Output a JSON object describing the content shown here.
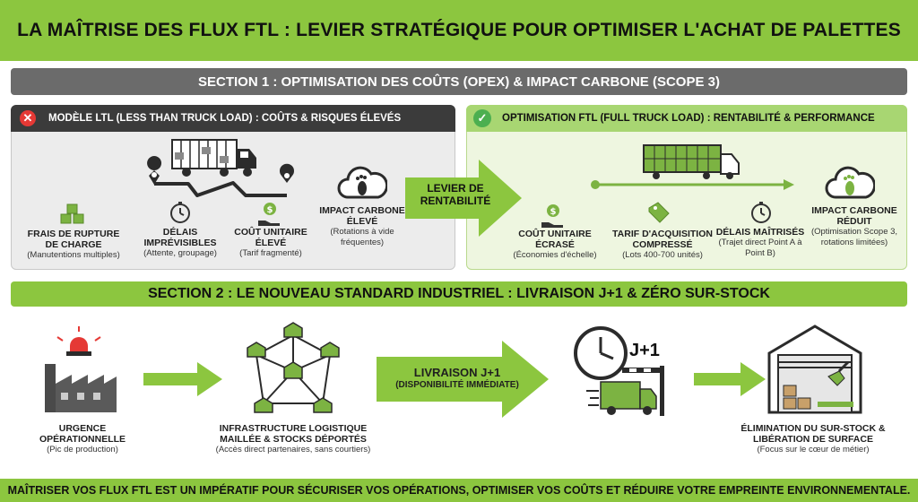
{
  "header": {
    "title": "LA MAÎTRISE DES FLUX FTL : LEVIER STRATÉGIQUE POUR OPTIMISER L'ACHAT DE PALETTES"
  },
  "section1": {
    "title": "SECTION 1 : OPTIMISATION DES COÛTS (OPEX) & IMPACT CARBONE (SCOPE 3)",
    "ltl": {
      "title": "MODÈLE LTL (LESS THAN TRUCK LOAD) : COÛTS & RISQUES ÉLEVÉS",
      "items": [
        {
          "title": "FRAIS DE RUPTURE DE CHARGE",
          "sub": "(Manutentions multiples)",
          "icon": "boxes-icon"
        },
        {
          "title": "DÉLAIS IMPRÉVISIBLES",
          "sub": "(Attente, groupage)",
          "icon": "stopwatch-icon"
        },
        {
          "title": "COÛT UNITAIRE ÉLEVÉ",
          "sub": "(Tarif fragmenté)",
          "icon": "dollar-hand-icon"
        },
        {
          "title": "IMPACT CARBONE ÉLEVÉ",
          "sub": "(Rotations à vide fréquentes)",
          "icon": "footprint-cloud-icon"
        }
      ]
    },
    "lever": "LEVIER DE RENTABILITÉ",
    "ftl": {
      "title": "OPTIMISATION FTL (FULL TRUCK LOAD) : RENTABILITÉ & PERFORMANCE",
      "items": [
        {
          "title": "COÛT UNITAIRE ÉCRASÉ",
          "sub": "(Économies d'échelle)",
          "icon": "dollar-hand-icon"
        },
        {
          "title": "TARIF D'ACQUISITION COMPRESSÉ",
          "sub": "(Lots 400-700 unités)",
          "icon": "price-tag-icon"
        },
        {
          "title": "DÉLAIS MAÎTRISÉS",
          "sub": "(Trajet direct Point A à Point B)",
          "icon": "stopwatch-icon"
        },
        {
          "title": "IMPACT CARBONE RÉDUIT",
          "sub": "(Optimisation Scope 3, rotations limitées)",
          "icon": "footprint-cloud-icon"
        }
      ]
    }
  },
  "section2": {
    "title": "SECTION 2 : LE NOUVEAU STANDARD INDUSTRIEL : LIVRAISON J+1 & ZÉRO SUR-STOCK",
    "steps": [
      {
        "title": "URGENCE OPÉRATIONNELLE",
        "sub": "(Pic de production)",
        "icon": "factory-alarm-icon"
      },
      {
        "title": "INFRASTRUCTURE LOGISTIQUE MAILLÉE & STOCKS DÉPORTÉS",
        "sub": "(Accès direct partenaires, sans courtiers)",
        "icon": "warehouse-network-icon"
      },
      {
        "title": "ÉLIMINATION DU SUR-STOCK & LIBÉRATION DE SURFACE",
        "sub": "(Focus sur le cœur de métier)",
        "icon": "warehouse-icon"
      }
    ],
    "delivery": {
      "title": "LIVRAISON J+1",
      "sub": "(DISPONIBILITÉ IMMÉDIATE)"
    },
    "j_plus_one": "J+1"
  },
  "footer": "MAÎTRISER VOS FLUX FTL EST UN IMPÉRATIF POUR SÉCURISER VOS OPÉRATIONS, OPTIMISER VOS COÛTS ET RÉDUIRE VOTRE EMPREINTE ENVIRONNEMENTALE.",
  "colors": {
    "accent_green": "#8cc63f",
    "dark_gray": "#3b3b3b",
    "mid_gray": "#6b6b6b",
    "alert_red": "#e53935"
  }
}
